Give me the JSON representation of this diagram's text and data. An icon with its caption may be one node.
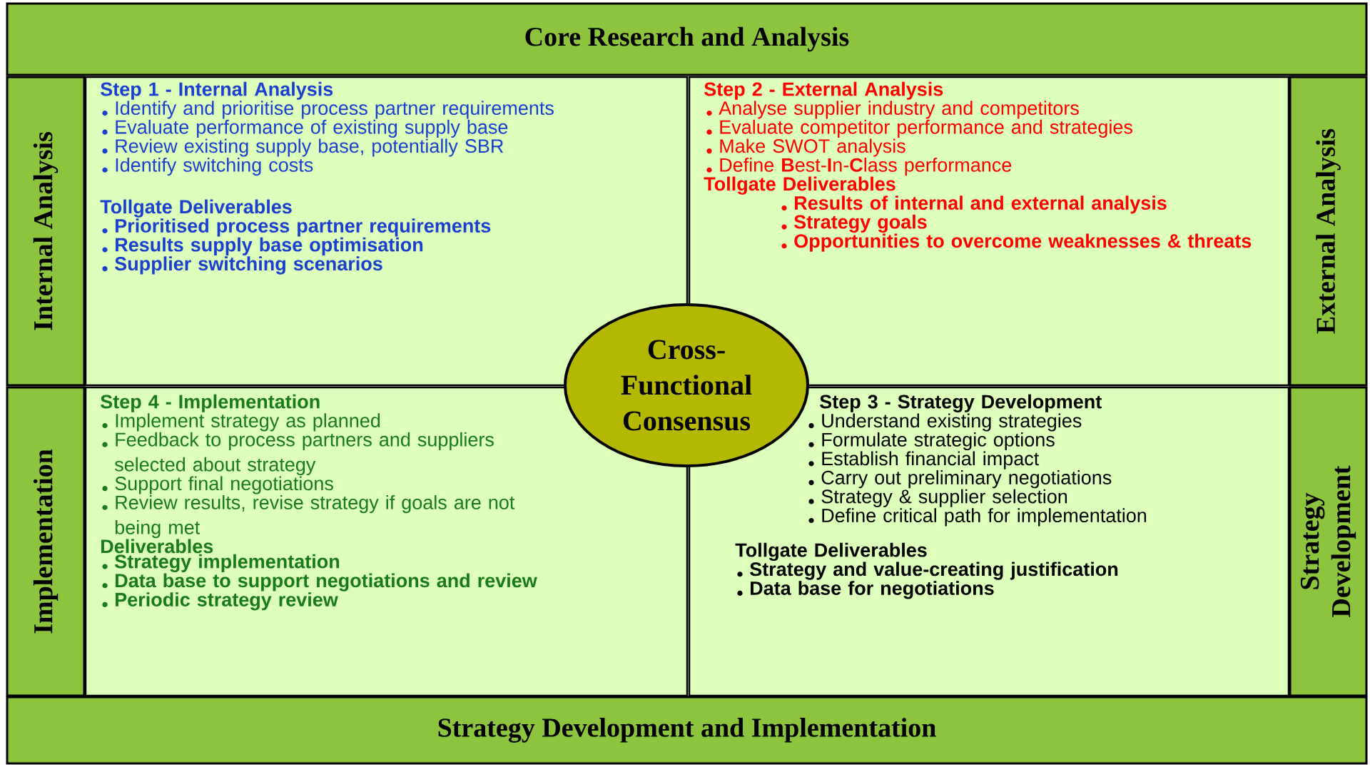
{
  "diagram": {
    "nodes": [
      {
        "text": [
          "Core Research and Analysis"
        ]
      },
      {
        "text": [
          "Strategy Development and Implementation"
        ]
      },
      {
        "text": [
          "Internal Analysis"
        ]
      },
      {
        "text": [
          "Implementation"
        ]
      },
      {
        "text": [
          "External Analysis"
        ]
      },
      {
        "text": [
          "Strategy Development"
        ]
      },
      {
        "text": [
          "Step 1 - Internal Analysis",
          "Identify and prioritise process partner requirements",
          "Evaluate performance of existing supply base",
          "Review existing supply base, potentially SBR",
          "Identify switching costs",
          "Tollgate Deliverables",
          "Prioritised process partner requirements",
          "Results supply base optimisation",
          "Supplier switching scenarios"
        ]
      },
      {
        "text": [
          "Step 2 - External Analysis",
          "Analyse supplier industry and competitors",
          "Evaluate competitor performance and strategies",
          "Make SWOT analysis",
          "Define **B**est-**I**n-**C**lass performance",
          "Tollgate Deliverables",
          "Results of internal and external analysis",
          "Strategy goals",
          "Opportunities to overcome weaknesses & threats"
        ]
      },
      {
        "text": [
          "Step 4 - Implementation",
          "Implement strategy as planned",
          "Feedback to process partners and suppliers selected about strategy",
          "Support final negotiations",
          "Review results, revise strategy if goals are not being met",
          "Deliverables",
          "Strategy implementation",
          "Data base to support negotiations and review",
          "Periodic strategy review"
        ]
      },
      {
        "text": [
          "Step 3 - Strategy Development",
          "Understand existing strategies",
          "Formulate strategic options",
          "Establish financial impact",
          "Carry out preliminary negotiations",
          "Strategy & supplier selection",
          "Define critical path for implementation",
          "Tollgate Deliverables",
          "Strategy and value-creating justification",
          "Data base for negotiations"
        ]
      },
      {
        "text": [
          "Cross-Functional Consensus"
        ]
      }
    ]
  }
}
